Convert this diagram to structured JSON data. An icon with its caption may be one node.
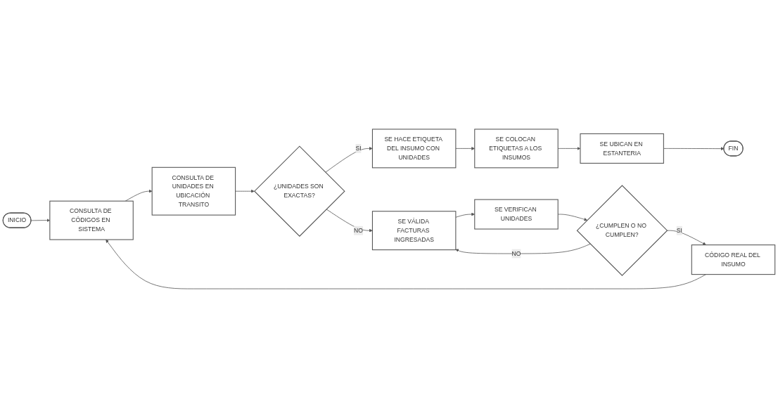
{
  "diagram": {
    "nodes": [
      {
        "text": [
          "INICIO"
        ]
      },
      {
        "text": [
          "CONSULTA DE CÓDIGOS EN SISTEMA"
        ]
      },
      {
        "text": [
          "CONSULTA DE UNIDADES EN UBICACIÓN TRANSITO"
        ]
      },
      {
        "text": [
          "¿UNIDADES SON EXACTAS?"
        ]
      },
      {
        "text": [
          "SE HACE ETIQUETA DEL INSUMO CON UNIDADES"
        ]
      },
      {
        "text": [
          "SE VÁLIDA FACTURAS INGRESADAS"
        ]
      },
      {
        "text": [
          "SE COLOCAN ETIQUETAS A LOS INSUMOS"
        ]
      },
      {
        "text": [
          "CÓDIGO REAL DEL INSUMO"
        ]
      },
      {
        "text": [
          "¿CUMPLEN O NO CUMPLEN?"
        ]
      },
      {
        "text": [
          "SE VERIFICAN UNIDADES"
        ]
      },
      {
        "text": [
          "FIN"
        ]
      },
      {
        "text": [
          "SE UBICAN EN ESTANTERIA"
        ]
      }
    ],
    "edges": [
      {
        "from": 0,
        "to": 1,
        "arrow": "to"
      },
      {
        "from": 1,
        "to": 2,
        "arrow": "to"
      },
      {
        "from": 2,
        "to": 3,
        "arrow": "to"
      },
      {
        "from": 3,
        "to": 4,
        "arrow": "to",
        "label": "SI"
      },
      {
        "from": 3,
        "to": 5,
        "arrow": "to",
        "label": "NO"
      },
      {
        "from": 4,
        "to": 6,
        "arrow": "to"
      },
      {
        "from": 5,
        "to": 9,
        "arrow": "to"
      },
      {
        "from": 9,
        "to": 8,
        "arrow": "to"
      },
      {
        "from": 8,
        "to": 7,
        "arrow": "to",
        "label": "SI"
      },
      {
        "from": 7,
        "to": 1,
        "arrow": "to"
      },
      {
        "from": 8,
        "to": 5,
        "arrow": "to",
        "label": "NO"
      },
      {
        "from": 6,
        "to": 11,
        "arrow": "to"
      },
      {
        "from": 11,
        "to": 10,
        "arrow": "to"
      }
    ]
  }
}
